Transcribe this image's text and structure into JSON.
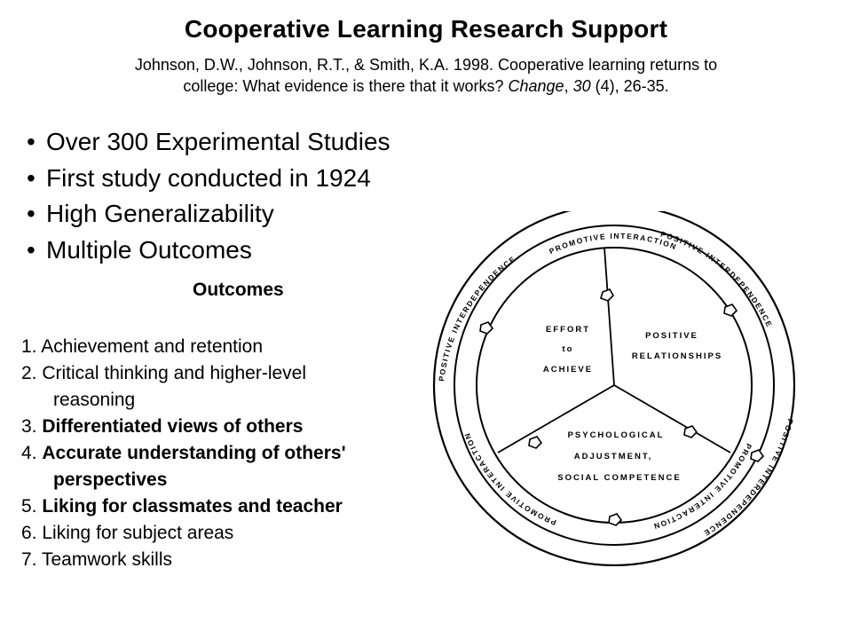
{
  "header": {
    "title": "Cooperative Learning Research Support",
    "citation_line1": "Johnson, D.W., Johnson, R.T., & Smith, K.A.  1998.  Cooperative learning returns to",
    "citation_line2_pre": "college: What evidence is there that it works?  ",
    "citation_journal": "Change",
    "citation_sep": ", ",
    "citation_volume": "30",
    "citation_tail": " (4), 26-35."
  },
  "bullets": [
    "Over 300 Experimental Studies",
    "First study conducted in 1924",
    "High Generalizability",
    "Multiple Outcomes"
  ],
  "bullet_glyph": "•",
  "outcomes": {
    "heading": "Outcomes",
    "items": [
      {
        "num": "1. ",
        "text": "Achievement and retention",
        "cont": ""
      },
      {
        "num": "2. ",
        "text": "Critical thinking and higher-level",
        "cont": "reasoning"
      },
      {
        "num": "3. ",
        "text": "Differentiated views of others",
        "cont": ""
      },
      {
        "num": "4. ",
        "text": "Accurate understanding of others'",
        "cont": "perspectives"
      },
      {
        "num": "5. ",
        "text": "Liking for classmates and teacher",
        "cont": ""
      },
      {
        "num": "6.  ",
        "text": "Liking for subject areas",
        "cont": ""
      },
      {
        "num": "7. ",
        "text": "Teamwork skills",
        "cont": ""
      }
    ]
  },
  "diagram": {
    "sector_effort": [
      "EFFORT",
      "to",
      "ACHIEVE"
    ],
    "sector_relationships": [
      "POSITIVE",
      "RELATIONSHIPS"
    ],
    "sector_psych": [
      "PSYCHOLOGICAL",
      "ADJUSTMENT,",
      "SOCIAL COMPETENCE"
    ],
    "ring_promotive": "PROMOTIVE INTERACTION",
    "ring_interdependence": "POSITIVE INTERDEPENDENCE"
  }
}
